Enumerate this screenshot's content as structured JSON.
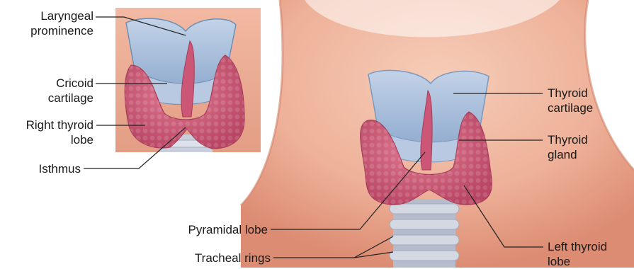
{
  "inset_labels": {
    "laryngeal_prominence": [
      "Laryngeal",
      "prominence"
    ],
    "cricoid_cartilage": [
      "Cricoid",
      "cartilage"
    ],
    "right_thyroid_lobe": [
      "Right thyroid",
      "lobe"
    ],
    "isthmus": "Isthmus"
  },
  "main_labels": {
    "thyroid_cartilage": [
      "Thyroid",
      "cartilage"
    ],
    "thyroid_gland": [
      "Thyroid",
      "gland"
    ],
    "pyramidal_lobe": "Pyramidal lobe",
    "tracheal_rings": "Tracheal rings",
    "left_thyroid_lobe": [
      "Left thyroid",
      "lobe"
    ]
  },
  "colors": {
    "skin": "#f0b8a0",
    "skin_shadow": "#d9836a",
    "cartilage": "#a9c1de",
    "cartilage_outline": "#6f8fb7",
    "thyroid": "#d4607d",
    "thyroid_dark": "#b5405f",
    "trachea": "#c6cbd8",
    "leader_line": "#222222"
  }
}
